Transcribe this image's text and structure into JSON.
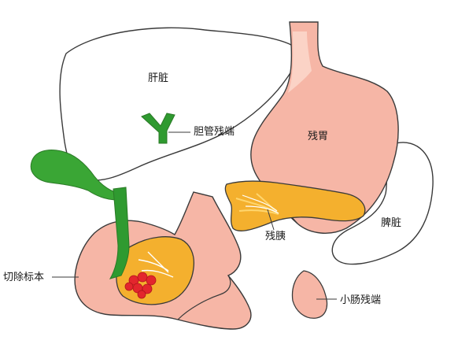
{
  "labels": {
    "liver": "肝脏",
    "bile_duct_stump": "胆管残端",
    "remnant_stomach": "残胃",
    "remnant_pancreas": "残胰",
    "spleen": "脾脏",
    "resected_specimen": "切除标本",
    "small_intestine_stump": "小肠残端"
  },
  "colors": {
    "stomach_fill": "#f6b6a6",
    "stomach_inner": "#fbd3c6",
    "stroke": "#3a3a3a",
    "gallbladder": "#3aa635",
    "bile_duct": "#2f9a30",
    "pancreas": "#f4b02e",
    "pancreas_light": "#ffd66e",
    "tumor": "#e3262d",
    "organ_outline_fill": "#ffffff"
  }
}
